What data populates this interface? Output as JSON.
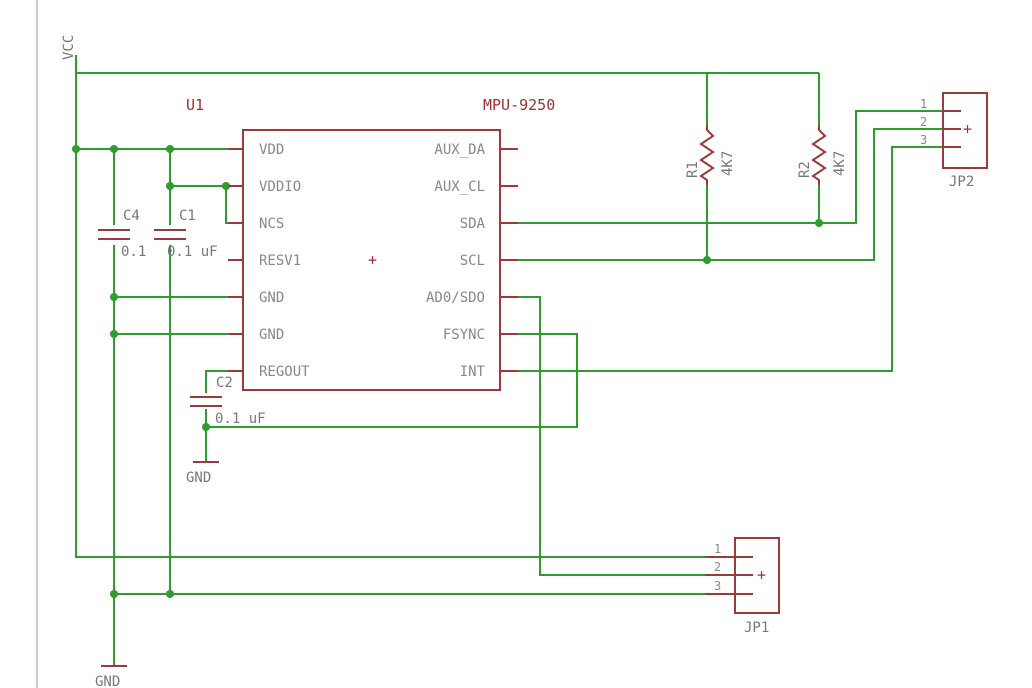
{
  "power": {
    "vcc": "VCC",
    "gnd_1": "GND",
    "gnd_2": "GND"
  },
  "chip": {
    "ref": "U1",
    "value": "MPU-9250",
    "left_pins": [
      "VDD",
      "VDDIO",
      "NCS",
      "RESV1",
      "GND",
      "GND",
      "REGOUT"
    ],
    "right_pins": [
      "AUX_DA",
      "AUX_CL",
      "SDA",
      "SCL",
      "AD0/SDO",
      "FSYNC",
      "INT"
    ]
  },
  "capacitors": [
    {
      "ref": "C4",
      "value": "0.1"
    },
    {
      "ref": "C1",
      "value": "0.1 uF"
    },
    {
      "ref": "C2",
      "value": "0.1 uF"
    }
  ],
  "resistors": [
    {
      "ref": "R1",
      "value": "4K7"
    },
    {
      "ref": "R2",
      "value": "4K7"
    }
  ],
  "connectors": [
    {
      "ref": "JP2",
      "pins": [
        "1",
        "2",
        "3"
      ]
    },
    {
      "ref": "JP1",
      "pins": [
        "1",
        "2",
        "3"
      ]
    }
  ],
  "colors": {
    "wire": "#2e9c2e",
    "body": "#9b3a3a",
    "label": "#a03030",
    "text": "#777777"
  }
}
